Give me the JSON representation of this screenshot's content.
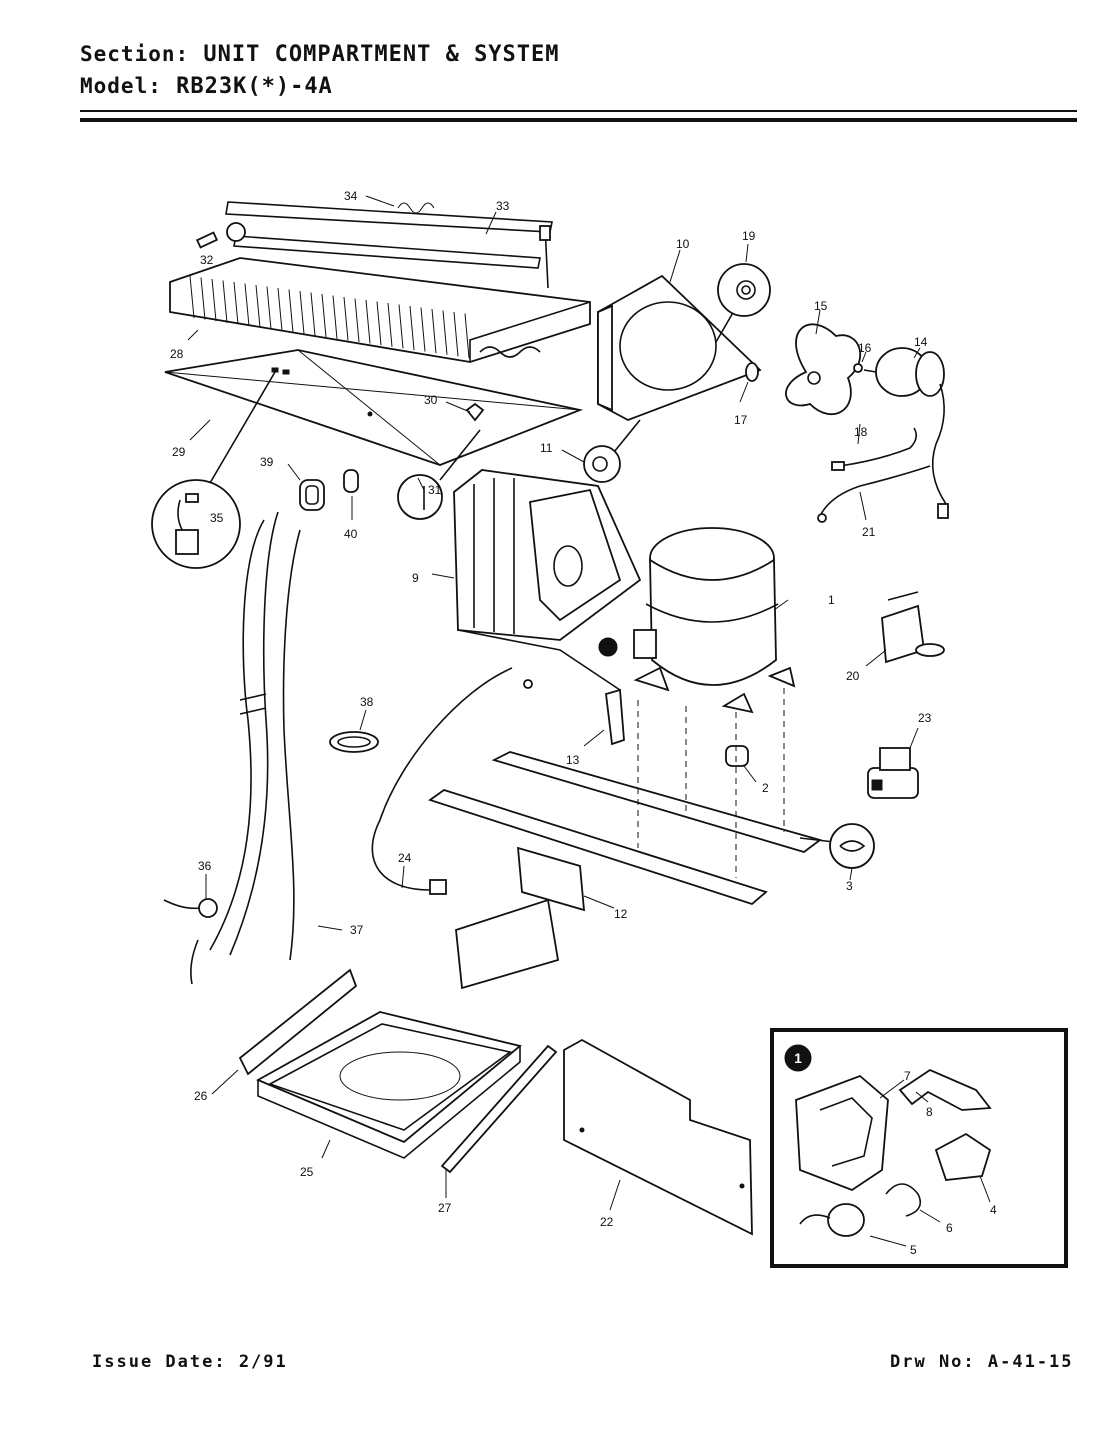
{
  "header": {
    "section_label": "Section:",
    "section_value": "UNIT COMPARTMENT & SYSTEM",
    "model_label": "Model:",
    "model_value": "RB23K(*)-4A"
  },
  "footer": {
    "issue_date": "Issue Date: 2/91",
    "drawing_no": "Drw No: A-41-15"
  },
  "callouts": [
    "1",
    "2",
    "3",
    "4",
    "5",
    "6",
    "7",
    "8",
    "9",
    "10",
    "11",
    "12",
    "13",
    "14",
    "15",
    "16",
    "17",
    "18",
    "19",
    "20",
    "21",
    "22",
    "23",
    "24",
    "25",
    "26",
    "27",
    "28",
    "29",
    "30",
    "31",
    "32",
    "33",
    "34",
    "35",
    "36",
    "37",
    "38",
    "39",
    "40"
  ],
  "inset_marker": "1"
}
